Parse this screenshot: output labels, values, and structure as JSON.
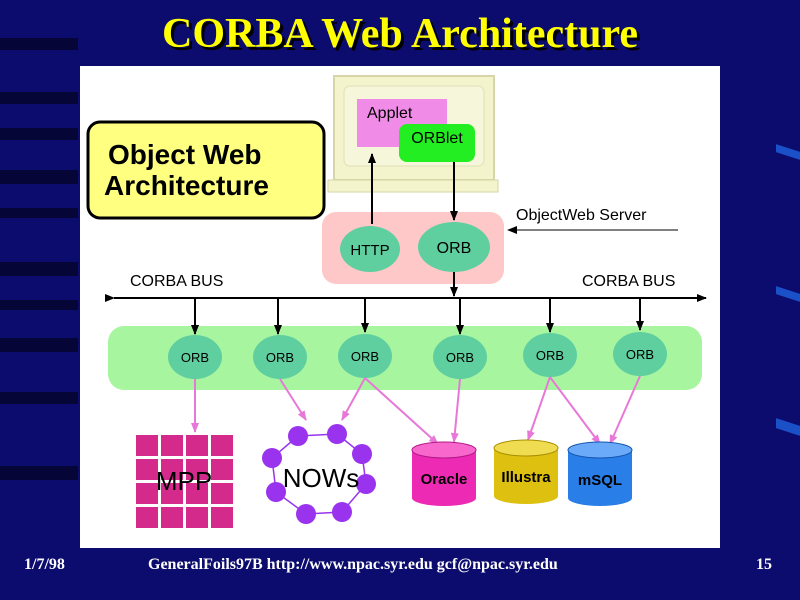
{
  "slide": {
    "title": "CORBA Web Architecture",
    "footer_date": "1/7/98",
    "footer_center": "GeneralFoils97B http://www.npac.syr.edu gcf@npac.syr.edu",
    "page_number": "15"
  },
  "diagram": {
    "box_title_line1": "Object Web",
    "box_title_line2": "Architecture",
    "applet": "Applet",
    "orblet": "ORBlet",
    "server_label": "ObjectWeb Server",
    "http": "HTTP",
    "server_orb": "ORB",
    "bus_left": "CORBA BUS",
    "bus_right": "CORBA BUS",
    "orb_nodes": [
      "ORB",
      "ORB",
      "ORB",
      "ORB",
      "ORB",
      "ORB"
    ],
    "mpp": "MPP",
    "nows": "NOWs",
    "databases": [
      "Oracle",
      "Illustra",
      "mSQL"
    ]
  },
  "colors": {
    "slide_bg": "#0c0c6e",
    "title": "#ffff00",
    "box_fill": "#ffff80",
    "orb_fill": "#5fcfa0",
    "bus_band": "#a8f5a0",
    "server_fill": "#ffc8c8",
    "applet_fill": "#f08ce8",
    "orblet_fill": "#22ee22",
    "mpp_fill": "#d42a8c",
    "nows_node": "#9933ee",
    "oracle_fill": "#ec2ab4",
    "illustra_fill": "#ddc010",
    "msql_fill": "#2a7ee8",
    "arrow_pink": "#e878d8"
  }
}
